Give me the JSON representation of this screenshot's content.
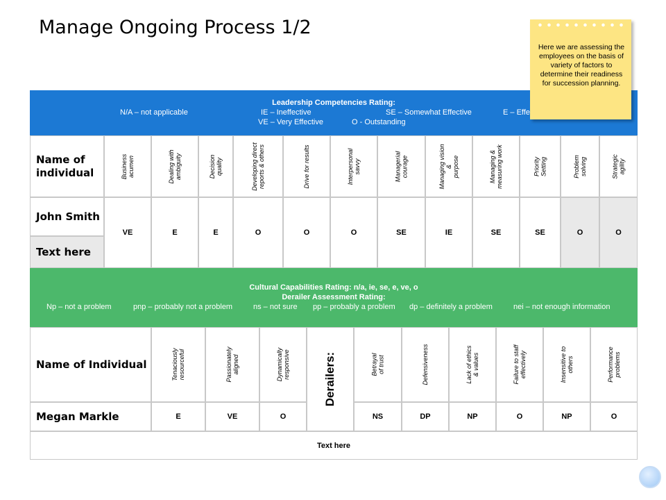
{
  "title": "Manage Ongoing Process 1/2",
  "note": "Here we are assessing the employees on the basis of variety of factors to determine their readiness for succession planning.",
  "colors": {
    "blue_band": "#1c79d4",
    "green_band": "#4cb86b",
    "note": "#fde583"
  },
  "icons": [
    "circle-decoration-icon"
  ],
  "leadership": {
    "heading": "Leadership Competencies Rating:",
    "na": "N/A – not applicable",
    "ie": "IE – Ineffective",
    "se": "SE – Somewhat Effective",
    "e": "E – Effective",
    "ve": "VE – Very Effective",
    "o": "O - Outstanding",
    "name_header": "Name of individual",
    "columns": [
      "Business\nacumen",
      "Dealing with\nambiguity",
      "Decision quality",
      "Developing direct\nreports & others",
      "Drive for results",
      "Interpersonal\nsavvy",
      "Managerial\ncourage",
      "Managing vision &\npurpose",
      "Managing &\nmeasuring work",
      "Priority\nSetting",
      "Problem solving",
      "Strategic agility"
    ],
    "row_name": "John Smith",
    "row_name_2": "Text here",
    "values": [
      "VE",
      "E",
      "E",
      "O",
      "O",
      "O",
      "SE",
      "IE",
      "SE",
      "SE",
      "O",
      "O"
    ]
  },
  "cultural": {
    "heading1": "Cultural Capabilities Rating: n/a, ie, se, e, ve, o",
    "heading2": "Derailer Assessment Rating:",
    "np": "Np – not a problem",
    "pnp": "pnp – probably not a problem",
    "ns": "ns – not sure",
    "pp": "pp – probably a problem",
    "dp": "dp – definitely a problem",
    "nei": "nei – not enough information",
    "name_header": "Name of Individual",
    "columns": [
      "Tenaciously\nresourceful",
      "Passionately\naligned",
      "Dynamically\nresponsive"
    ],
    "derailers_label": "Derailers:",
    "derailer_columns": [
      "Betrayal\nof trust",
      "Defensiveness",
      "Lack of ethics\n& values",
      "Failure to staff\neffectively",
      "Insensitive to\nothers",
      "Performance\nproblems"
    ],
    "row_name": "Megan Markle",
    "values": [
      "E",
      "VE",
      "O"
    ],
    "derailer_values": [
      "NS",
      "DP",
      "NP",
      "O",
      "NP",
      "O"
    ],
    "footer": "Text here"
  }
}
